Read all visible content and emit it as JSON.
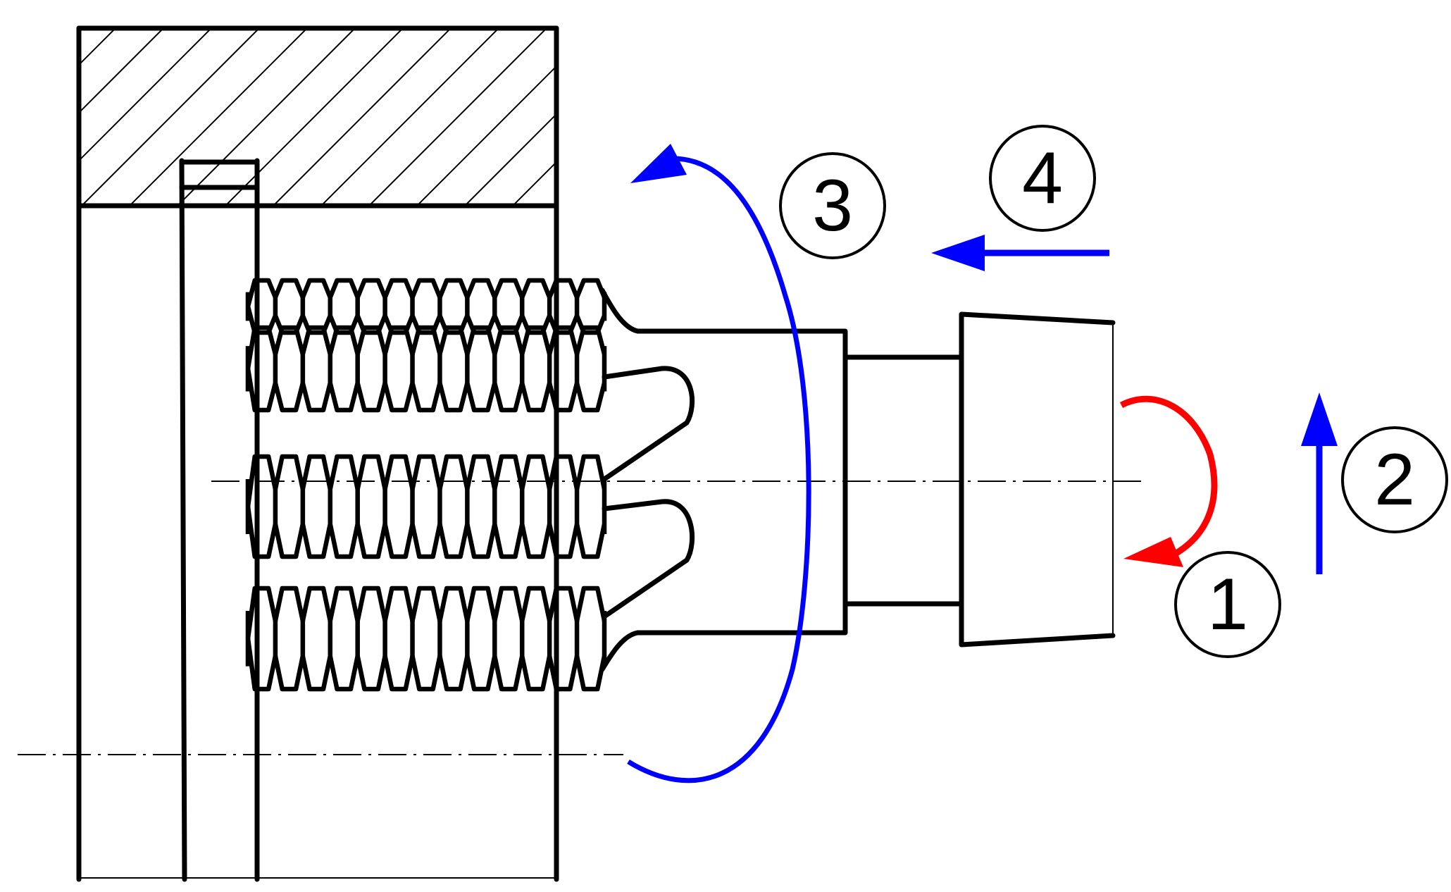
{
  "markers": [
    {
      "id": "1",
      "label": "1",
      "color": "#ff0000"
    },
    {
      "id": "2",
      "label": "2",
      "color": "#0000ff"
    },
    {
      "id": "3",
      "label": "3",
      "color": "#0000ff"
    },
    {
      "id": "4",
      "label": "4",
      "color": "#0000ff"
    }
  ],
  "colors": {
    "outline": "#000000",
    "arrow_red": "#ff0000",
    "arrow_blue": "#0000ff"
  }
}
